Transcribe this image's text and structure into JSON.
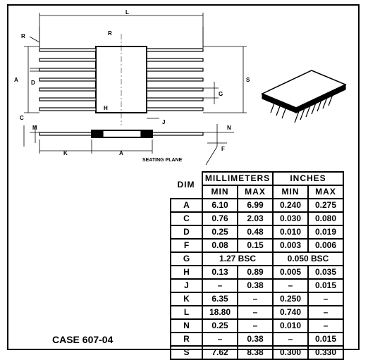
{
  "diagram": {
    "labels": {
      "L": "L",
      "R_top": "R",
      "R_mid": "R",
      "A_side": "A",
      "D": "D",
      "S": "S",
      "G": "G",
      "H": "H",
      "J": "J",
      "C": "C",
      "M": "M",
      "N": "N",
      "K": "K",
      "A_bottom": "A",
      "F": "F"
    },
    "seating_plane": "SEATING PLANE"
  },
  "table": {
    "header_units": [
      "MILLIMETERS",
      "INCHES"
    ],
    "dim_header": "DIM",
    "sub_headers": [
      "MIN",
      "MAX",
      "MIN",
      "MAX"
    ],
    "rows": [
      {
        "dim": "A",
        "cells": [
          "6.10",
          "6.99",
          "0.240",
          "0.275"
        ]
      },
      {
        "dim": "C",
        "cells": [
          "0.76",
          "2.03",
          "0.030",
          "0.080"
        ]
      },
      {
        "dim": "D",
        "cells": [
          "0.25",
          "0.48",
          "0.010",
          "0.019"
        ]
      },
      {
        "dim": "F",
        "cells": [
          "0.08",
          "0.15",
          "0.003",
          "0.006"
        ]
      },
      {
        "dim": "G",
        "mm_span": "1.27 BSC",
        "in_span": "0.050 BSC"
      },
      {
        "dim": "H",
        "cells": [
          "0.13",
          "0.89",
          "0.005",
          "0.035"
        ]
      },
      {
        "dim": "J",
        "cells": [
          "–",
          "0.38",
          "–",
          "0.015"
        ]
      },
      {
        "dim": "K",
        "cells": [
          "6.35",
          "–",
          "0.250",
          "–"
        ]
      },
      {
        "dim": "L",
        "cells": [
          "18.80",
          "–",
          "0.740",
          "–"
        ]
      },
      {
        "dim": "N",
        "cells": [
          "0.25",
          "–",
          "0.010",
          "–"
        ]
      },
      {
        "dim": "R",
        "cells": [
          "–",
          "0.38",
          "–",
          "0.015"
        ]
      },
      {
        "dim": "S",
        "cells": [
          "7.62",
          "8.38",
          "0.300",
          "0.330"
        ]
      }
    ]
  },
  "case_label": "CASE 607-04"
}
